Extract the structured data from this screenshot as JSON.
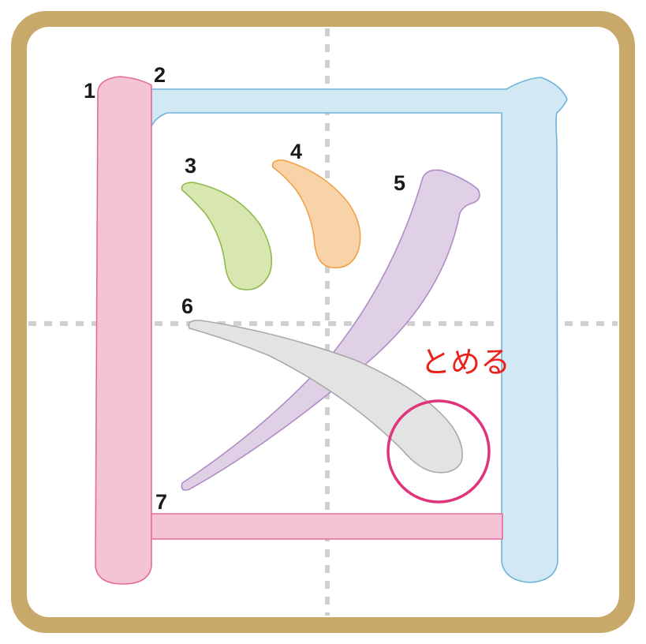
{
  "strokes": [
    {
      "number": "1",
      "color": "#f4c4d6",
      "outline": "#e36d97"
    },
    {
      "number": "2",
      "color": "#d2e9f5",
      "outline": "#6fb3d9"
    },
    {
      "number": "3",
      "color": "#d8e6b0",
      "outline": "#8fbb4d"
    },
    {
      "number": "4",
      "color": "#f9d3a8",
      "outline": "#f0a24a"
    },
    {
      "number": "5",
      "color": "#dfd0e6",
      "outline": "#b08cc5"
    },
    {
      "number": "6",
      "color": "#e4e3e3",
      "outline": "#a9a9a9"
    },
    {
      "number": "7",
      "color": "#f4c4d6",
      "outline": "#e36d97"
    }
  ],
  "annotation": {
    "label": "とめる",
    "label_color": "#e8231c",
    "circle_color": "#e0337a"
  },
  "frame": {
    "border_color": "#c8a96a",
    "background": "#ffffff",
    "guide_color": "#d0d0d0"
  }
}
